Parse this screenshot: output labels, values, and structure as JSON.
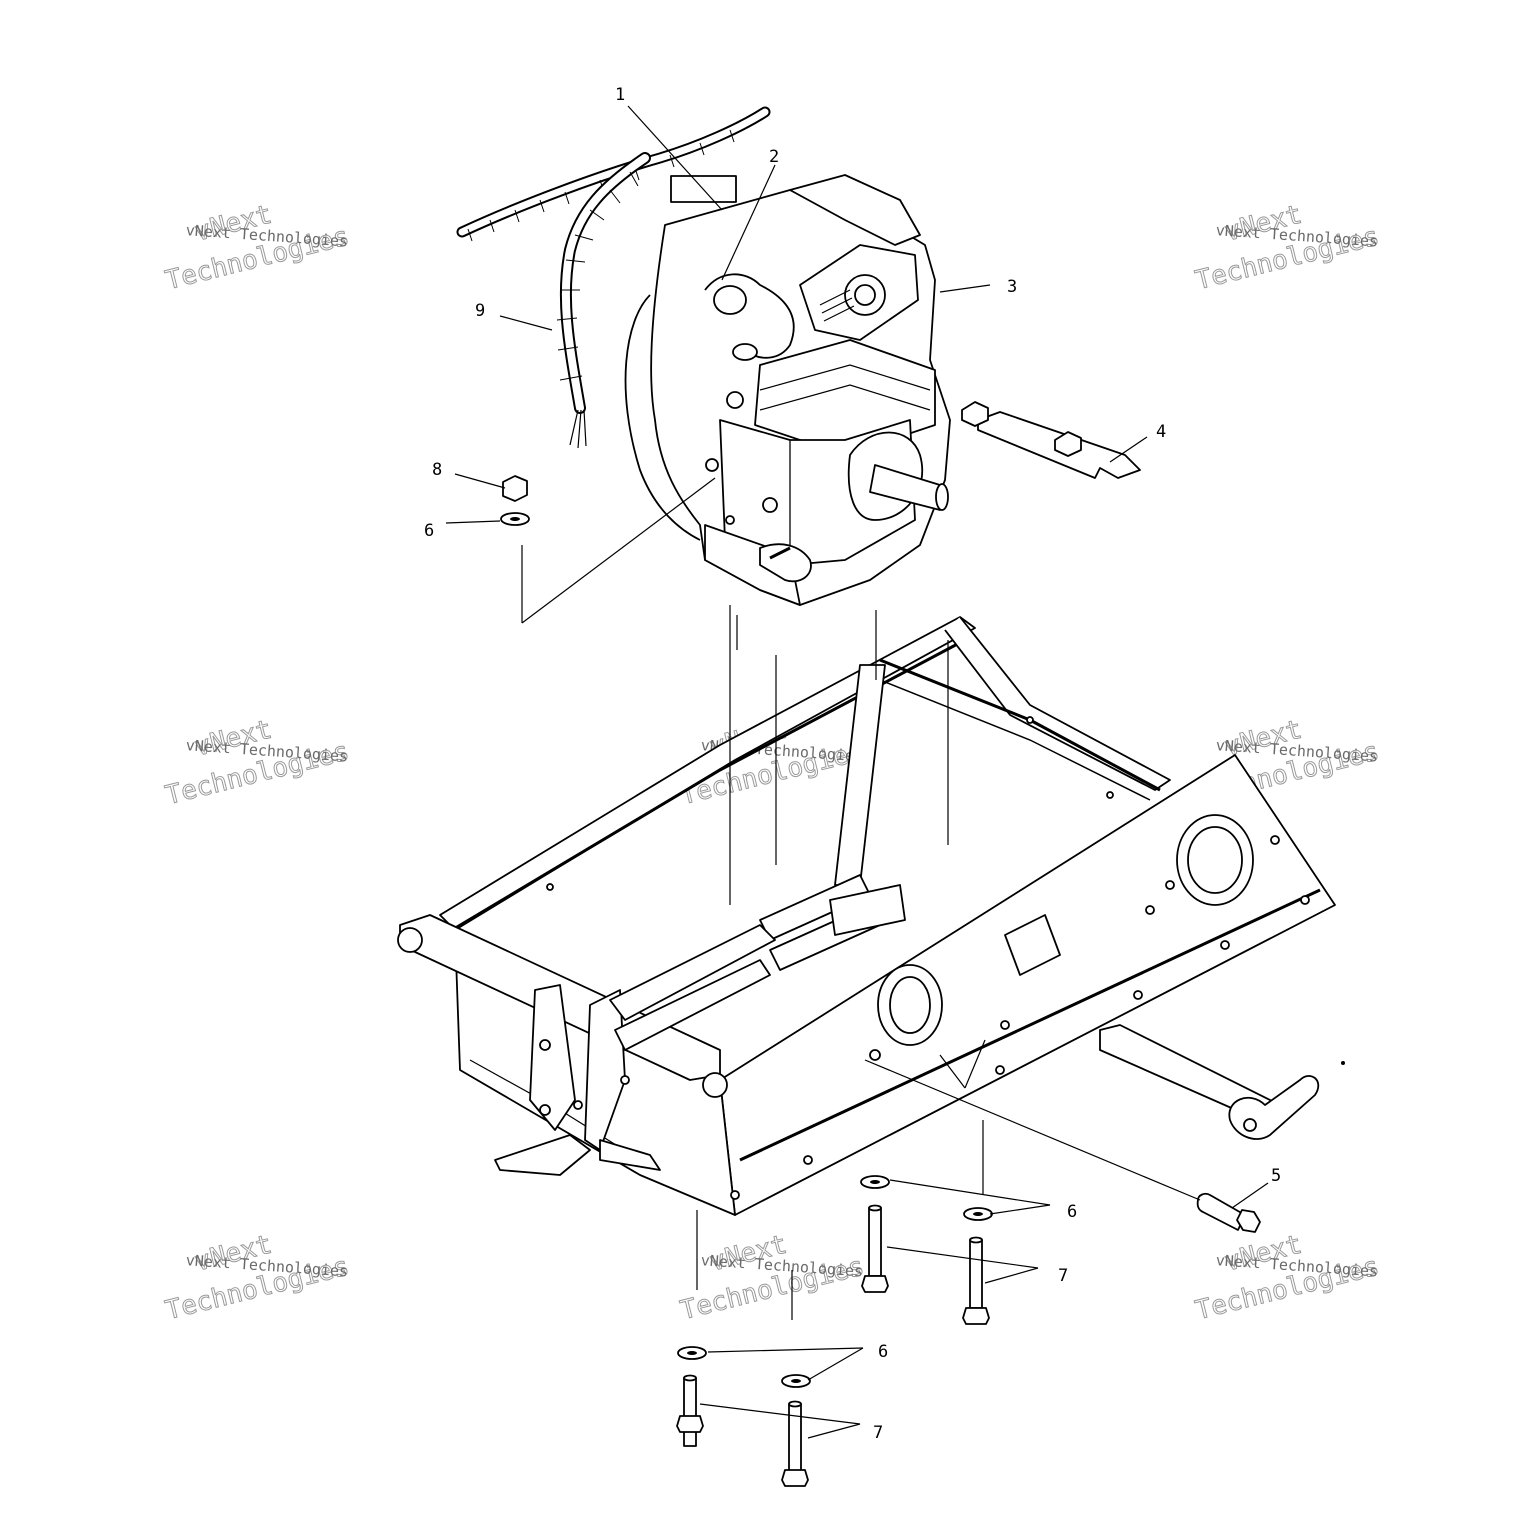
{
  "diagram": {
    "callouts": [
      {
        "id": "c1",
        "text": "1"
      },
      {
        "id": "c2",
        "text": "2"
      },
      {
        "id": "c3",
        "text": "3"
      },
      {
        "id": "c4",
        "text": "4"
      },
      {
        "id": "c5",
        "text": "5"
      },
      {
        "id": "c6a",
        "text": "6"
      },
      {
        "id": "c6b",
        "text": "6"
      },
      {
        "id": "c6c",
        "text": "6"
      },
      {
        "id": "c7a",
        "text": "7"
      },
      {
        "id": "c7b",
        "text": "7"
      },
      {
        "id": "c8",
        "text": "8"
      },
      {
        "id": "c9",
        "text": "9"
      }
    ],
    "watermark": {
      "line1": "vNext",
      "line2": "vNext Technologies",
      "line3": "Technologies"
    }
  }
}
